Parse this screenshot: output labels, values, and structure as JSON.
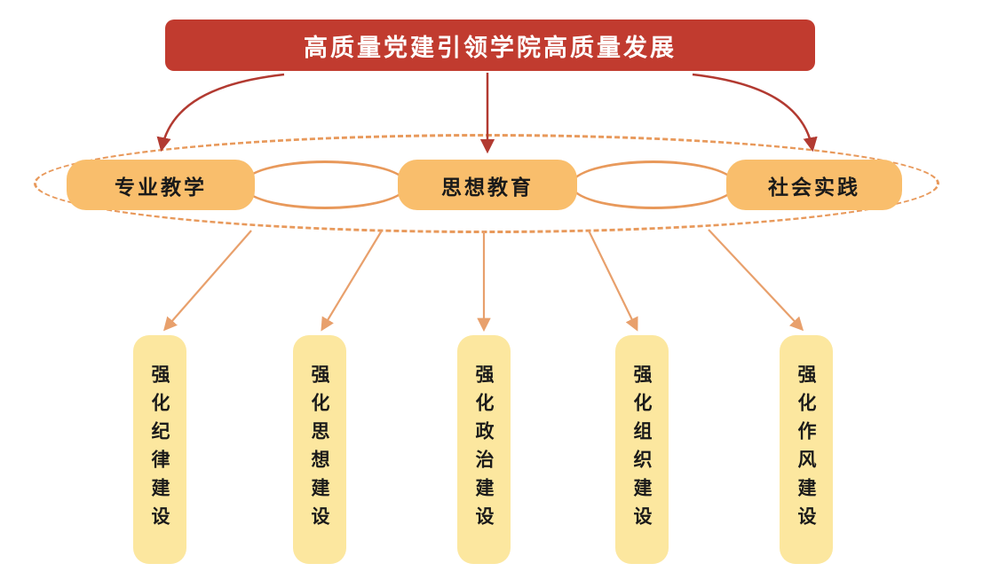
{
  "diagram": {
    "title": "高质量党建引领学院高质量发展",
    "chain_nodes": [
      {
        "label": "专业教学"
      },
      {
        "label": "思想教育"
      },
      {
        "label": "社会实践"
      }
    ],
    "pillars": [
      {
        "label": "强化纪律建设"
      },
      {
        "label": "强化思想建设"
      },
      {
        "label": "强化政治建设"
      },
      {
        "label": "强化组织建设"
      },
      {
        "label": "强化作风建设"
      }
    ],
    "colors": {
      "header_red": "#C13B2F",
      "arrow_red": "#B23A31",
      "node_orange": "#F9BE6C",
      "outline_orange": "#E8995B",
      "arrow_orange": "#E8A06C",
      "pillar_yellow": "#FCE79F",
      "text_dark": "#1A1A1A",
      "title_text": "#FFFFFF"
    }
  }
}
